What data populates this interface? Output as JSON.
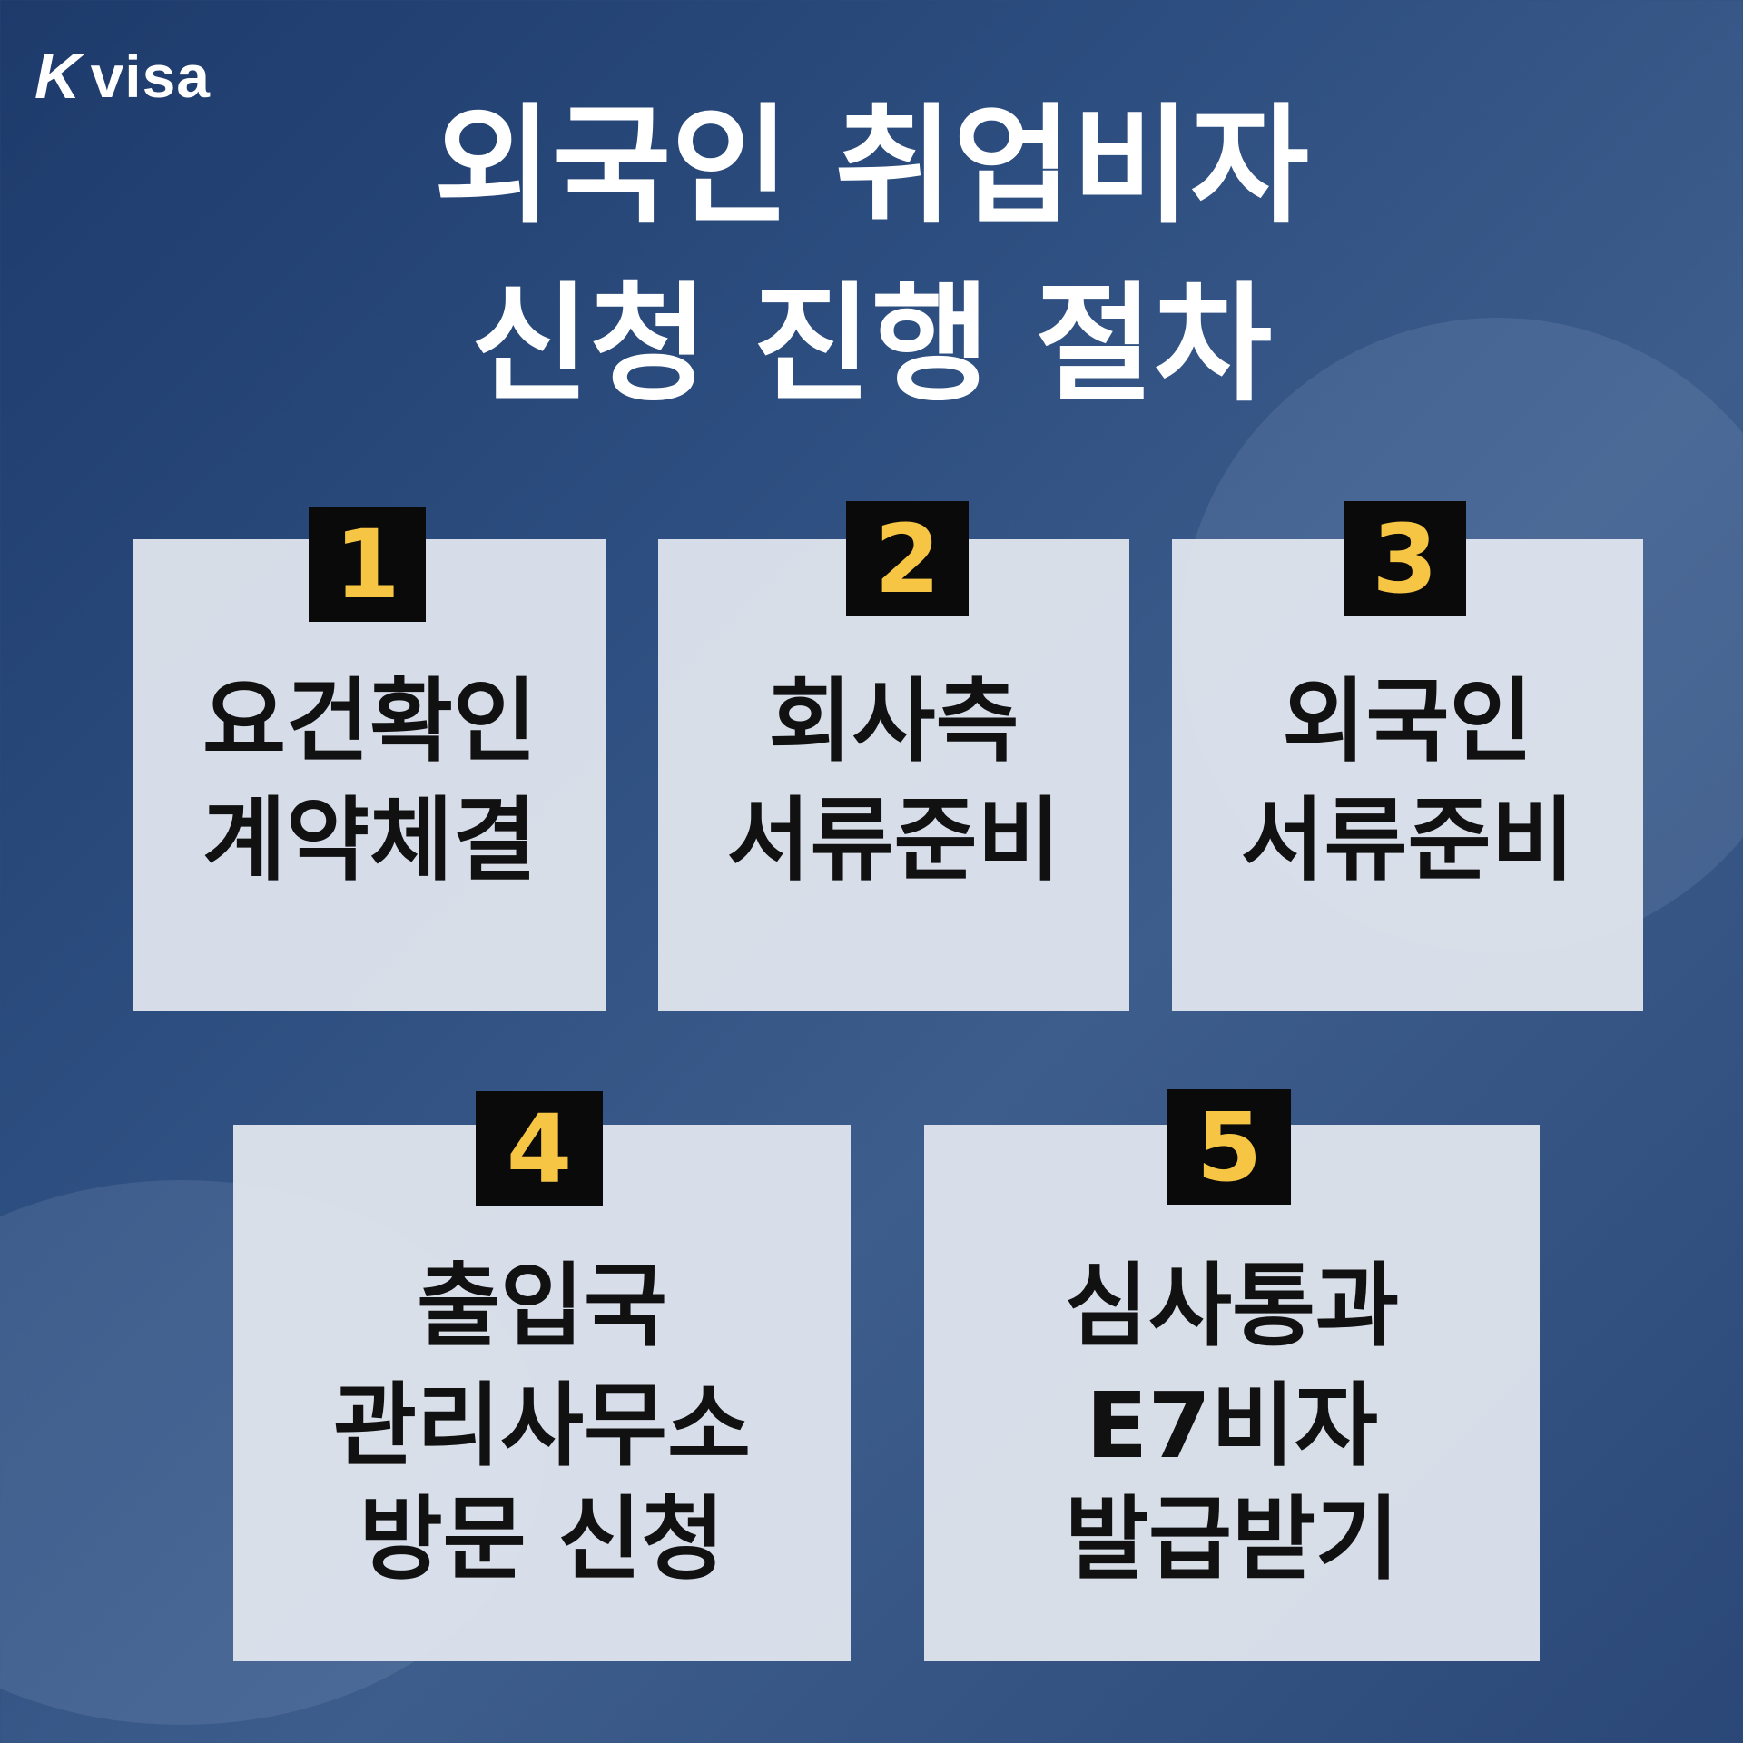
{
  "logo": {
    "k": "K",
    "text": "visa"
  },
  "title": {
    "line1": "외국인 취업비자",
    "line2": "신청 진행 절차"
  },
  "steps": [
    {
      "num": "1",
      "lines": [
        "요건확인",
        "계약체결"
      ]
    },
    {
      "num": "2",
      "lines": [
        "회사측",
        "서류준비"
      ]
    },
    {
      "num": "3",
      "lines": [
        "외국인",
        "서류준비"
      ]
    },
    {
      "num": "4",
      "lines": [
        "출입국",
        "관리사무소",
        "방문 신청"
      ]
    },
    {
      "num": "5",
      "lines": [
        "심사통과",
        "E7비자",
        "발급받기"
      ]
    }
  ],
  "colors": {
    "background": "#2d4e80",
    "card": "#e4e8f0",
    "badge": "#0a0a0a",
    "badge_number": "#f6c544"
  }
}
